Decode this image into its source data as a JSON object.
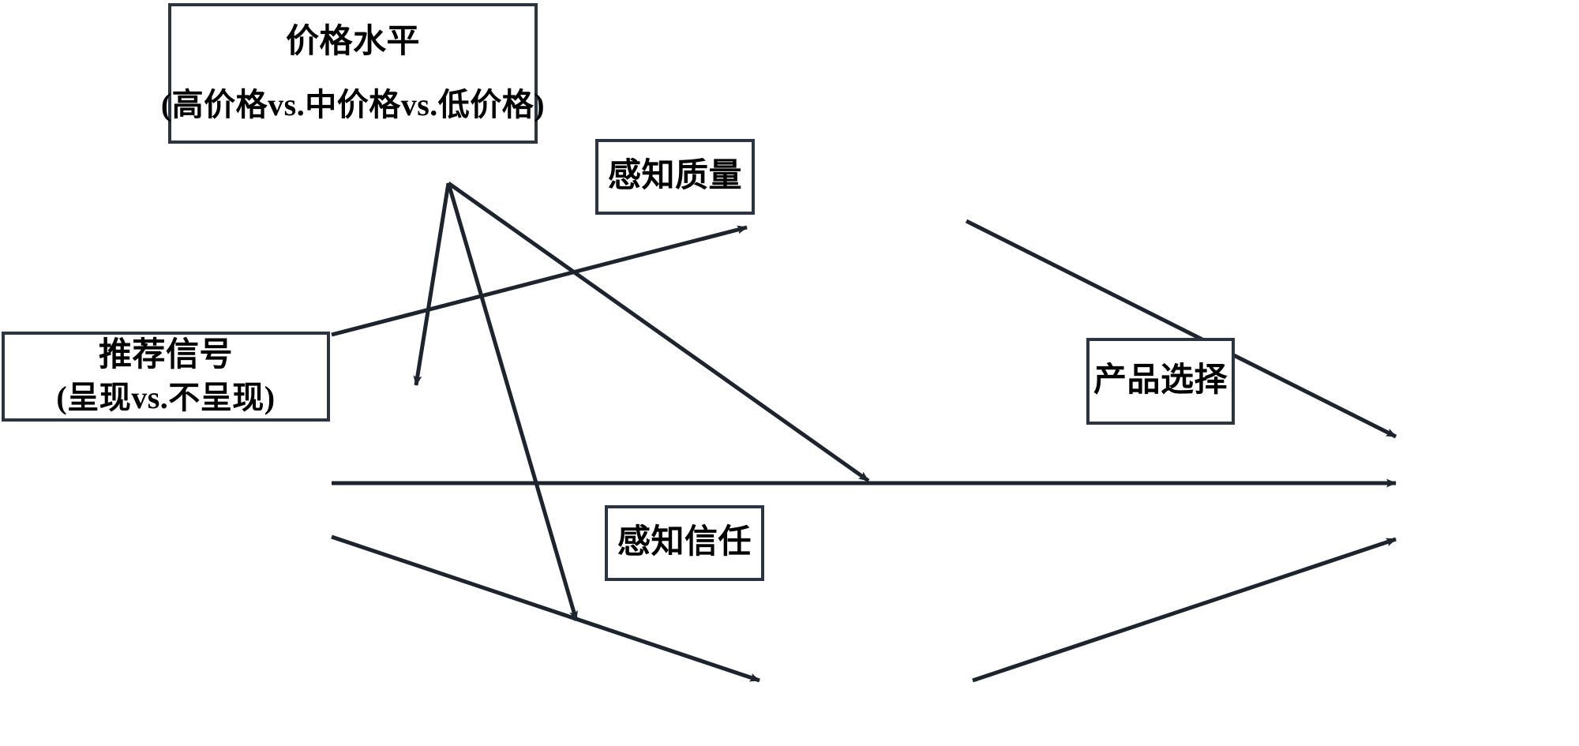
{
  "diagram": {
    "type": "conceptual-model",
    "title_present": false,
    "background_color": "#ffffff",
    "line_color": "#1d242e",
    "box_border_color": "#2b3440",
    "nodes": [
      {
        "id": "price-level",
        "name": "price-level-node",
        "line1": "价格水平",
        "line2": "(高价格vs.中价格vs.低价格)"
      },
      {
        "id": "recommend-signal",
        "name": "recommendation-signal-node",
        "line1": "推荐信号",
        "line2": "(呈现vs.不呈现)"
      },
      {
        "id": "perceived-quality",
        "name": "perceived-quality-node",
        "line1": "感知质量"
      },
      {
        "id": "perceived-trust",
        "name": "perceived-trust-node",
        "line1": "感知信任"
      },
      {
        "id": "product-choice",
        "name": "product-choice-node",
        "line1": "产品选择"
      }
    ],
    "edges": [
      {
        "id": "e1",
        "from": "recommend-signal",
        "to": "perceived-quality",
        "style": "solid",
        "arrow": "single"
      },
      {
        "id": "e2",
        "from": "recommend-signal",
        "to": "product-choice",
        "style": "solid",
        "arrow": "single"
      },
      {
        "id": "e3",
        "from": "recommend-signal",
        "to": "perceived-trust",
        "style": "solid",
        "arrow": "single"
      },
      {
        "id": "e4",
        "from": "perceived-quality",
        "to": "product-choice",
        "style": "solid",
        "arrow": "single"
      },
      {
        "id": "e5",
        "from": "perceived-trust",
        "to": "product-choice",
        "style": "solid",
        "arrow": "single"
      },
      {
        "id": "m1",
        "from": "price-level",
        "to": "e1",
        "style": "solid",
        "arrow": "single",
        "role": "moderator"
      },
      {
        "id": "m2",
        "from": "price-level",
        "to": "e3",
        "style": "solid",
        "arrow": "single",
        "role": "moderator"
      },
      {
        "id": "m3",
        "from": "price-level",
        "to": "e2",
        "style": "solid",
        "arrow": "single",
        "role": "moderator"
      }
    ]
  }
}
